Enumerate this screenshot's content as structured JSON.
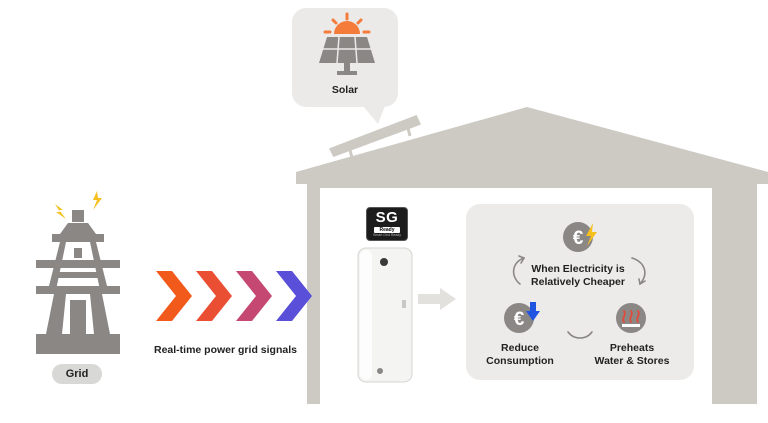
{
  "labels": {
    "solar": "Solar",
    "grid": "Grid",
    "signals": "Real-time power grid signals",
    "when_cheaper_line1": "When Electricity is",
    "when_cheaper_line2": "Relatively Cheaper",
    "reduce_line1": "Reduce",
    "reduce_line2": "Consumption",
    "preheats_line1": "Preheats",
    "preheats_line2": "Water & Stores"
  },
  "badge": {
    "title": "SG",
    "ready": "Ready",
    "subtitle": "Smart Grid Ready"
  },
  "colors": {
    "house": "#cdcac4",
    "panel": "#ecebea",
    "solar_orange": "#f47b3a",
    "chevron_orange": "#f25a1c",
    "chevron_purple": "#5a4fd8",
    "euro_icon": "#8a8784",
    "lightning": "#f5c020",
    "down_arrow": "#1f55e0",
    "heat_red": "#e24a3a"
  },
  "icons": [
    "sun-icon",
    "solar-panel-icon",
    "pylon-icon",
    "lightning-icon",
    "chevron-arrow-icon",
    "water-heater-icon",
    "euro-coin-icon",
    "down-arrow-icon",
    "heater-icon",
    "cycle-arrow-icon"
  ]
}
